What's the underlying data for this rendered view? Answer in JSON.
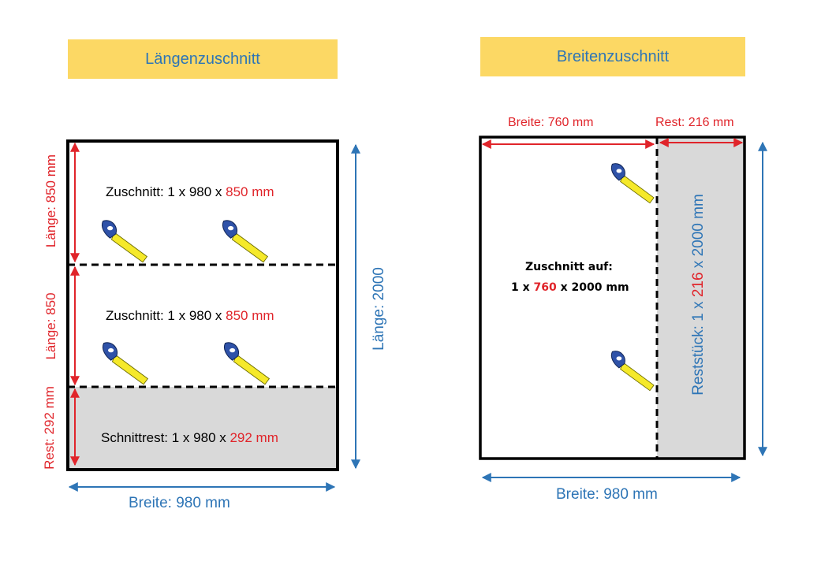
{
  "left": {
    "title": "Längenzuschnitt",
    "dim_top": "Länge: 850 mm",
    "dim_mid": "Länge: 850",
    "dim_rest": "Rest: 292 mm",
    "length_total": "Länge: 2000",
    "width": "Breite: 980 mm",
    "cut1": {
      "prefix": "Zuschnitt: 1 x 980 x ",
      "value": "850 mm"
    },
    "cut2": {
      "prefix": "Zuschnitt: 1 x 980 x ",
      "value": "850 mm"
    },
    "rest": {
      "prefix": "Schnittrest: 1 x 980 x ",
      "value": "292 mm"
    }
  },
  "right": {
    "title": "Breitenzuschnitt",
    "width_cut": "Breite: 760 mm",
    "width_rest": "Rest: 216 mm",
    "piece_line1": "Zuschnitt auf:",
    "piece_line2": {
      "prefix": "1 x ",
      "value": "760",
      "suffix": " x 2000 mm"
    },
    "rest_piece": {
      "prefix": "Reststück: 1 x ",
      "value": "216",
      "suffix": " x 2000 mm"
    },
    "width_total": "Breite: 980 mm"
  },
  "colors": {
    "banner": "#fcd864",
    "title_text": "#2e75b6",
    "dimension_red": "#e0242a",
    "dimension_blue": "#2e75b6",
    "rest_fill": "#d9d9d9"
  },
  "icons": [
    "saw-icon"
  ]
}
